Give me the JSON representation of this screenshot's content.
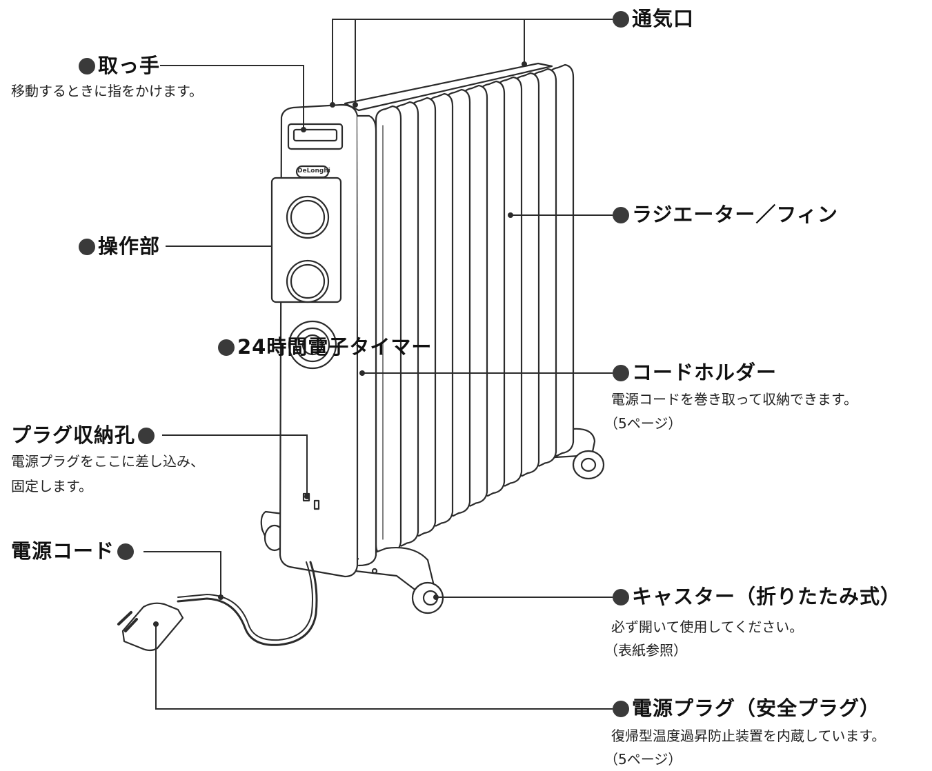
{
  "callouts": {
    "vent": {
      "title": "通気口"
    },
    "handle": {
      "title": "取っ手",
      "desc": [
        "移動するときに指をかけます。"
      ]
    },
    "radiator": {
      "title": "ラジエーター／フィン"
    },
    "controls": {
      "title": "操作部"
    },
    "timer": {
      "title": "24時間電子タイマー"
    },
    "cord_holder": {
      "title": "コードホルダー",
      "desc": [
        "電源コードを巻き取って収納できます。",
        "（5ページ）"
      ]
    },
    "plug_hole": {
      "title": "プラグ収納孔",
      "desc": [
        "電源プラグをここに差し込み、",
        "固定します。"
      ]
    },
    "power_cord": {
      "title": "電源コード"
    },
    "caster": {
      "title": "キャスター（折りたたみ式）",
      "desc": [
        "必ず開いて使用してください。",
        "（表紙参照）"
      ]
    },
    "plug": {
      "title": "電源プラグ（安全プラグ）",
      "desc": [
        "復帰型温度過昇防止装置を内蔵しています。",
        "（5ページ）"
      ]
    }
  },
  "heater": {
    "brand": "DeLonghi",
    "fin_count": 11
  },
  "colors": {
    "line": "#2b2b2b",
    "dot": "#3a3a3a",
    "fill": "#ffffff"
  }
}
